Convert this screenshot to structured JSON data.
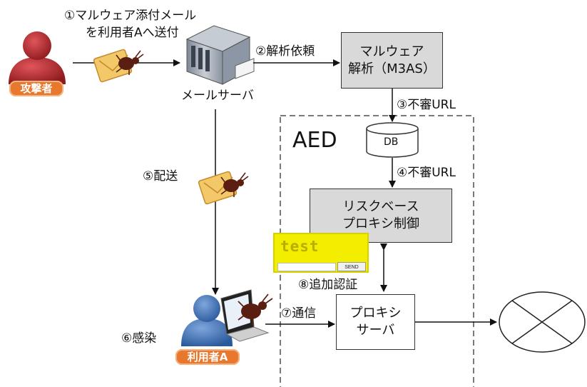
{
  "step1_line1": "①マルウェア添付メール",
  "step1_line2": "を利用者Aへ送付",
  "attacker_label": "攻撃者",
  "mail_server_label": "メールサーバ",
  "step2_label": "②解析依頼",
  "m3as_line1": "マルウェア",
  "m3as_line2": "解析（M3AS）",
  "step3_label": "③不審URL",
  "aed_label": "AED",
  "db_label": "DB",
  "step4_label": "④不審URL",
  "risk_proxy_line1": "リスクベース",
  "risk_proxy_line2": "プロキシ制御",
  "step5_label": "⑤配送",
  "test_widget": {
    "title": "test",
    "send_button": "SEND"
  },
  "step8_label": "⑧追加認証",
  "step7_label": "⑦通信",
  "proxy_server_line1": "プロキシ",
  "proxy_server_line2": "サーバ",
  "step6_label": "⑥感染",
  "user_label": "利用者A",
  "colors": {
    "box_gray": "#d9d9d9",
    "badge_orange": "#e8782e",
    "person_red": "#b5262a",
    "person_blue": "#3f6fb0",
    "widget_yellow": "#f3ee00"
  }
}
